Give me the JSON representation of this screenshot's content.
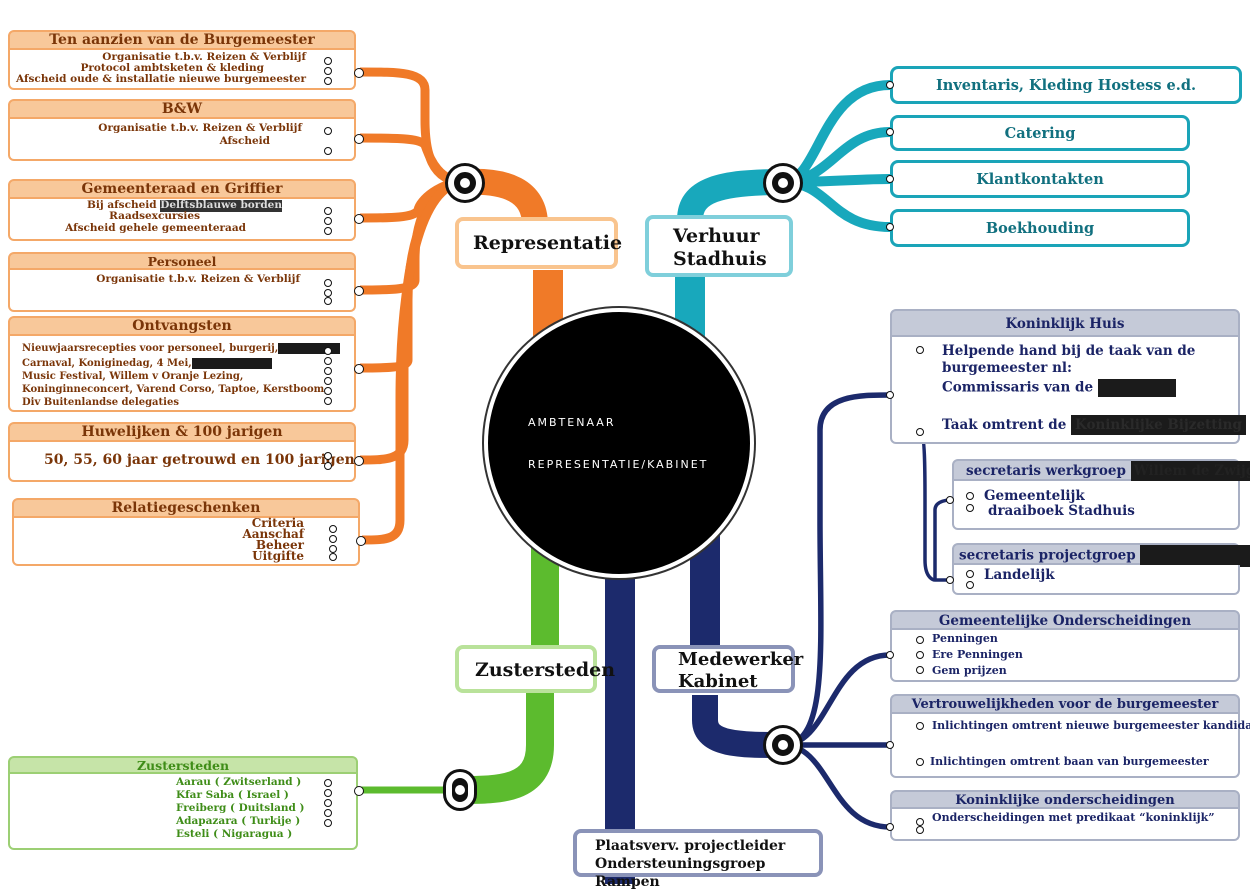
{
  "center": {
    "line1": "AMBTENAAR",
    "line2": "REPRESENTATIE/KABINET"
  },
  "branches": {
    "representatie": "Representatie",
    "verhuur": "Verhuur Stadhuis",
    "zustersteden": "Zustersteden",
    "medewerker": "Medewerker Kabinet",
    "plaatsverv_line1": "Plaatsverv. projectleider",
    "plaatsverv_line2": "Ondersteuningsgroep Rampen"
  },
  "representatie_topics": [
    {
      "title": "Ten aanzien van de Burgemeester",
      "items": [
        "Organisatie t.b.v. Reizen & Verblijf",
        "Protocol ambtsketen & kleding",
        "Afscheid oude & installatie nieuwe burgemeester"
      ]
    },
    {
      "title": "B&W",
      "items": [
        "Organisatie t.b.v. Reizen & Verblijf",
        "Afscheid"
      ]
    },
    {
      "title": "Gemeenteraad en Griffier",
      "items": [
        "Bij afscheid",
        "Delftsblauwe borden",
        "Raadsexcursies",
        "Afscheid gehele gemeenteraad"
      ]
    },
    {
      "title": "Personeel",
      "items": [
        "Organisatie t.b.v. Reizen & Verblijf"
      ]
    },
    {
      "title": "Ontvangsten",
      "items": [
        "Nieuwjaarsrecepties voor personeel, burgerij,",
        "Carnaval, Koniginedag, 4 Mei,",
        "Music Festival, Willem v Oranje Lezing,",
        "Koninginneconcert, Varend Corso, Taptoe, Kerstboom,",
        "Div Buitenlandse delegaties"
      ]
    },
    {
      "title": "Huwelijken & 100 jarigen",
      "items": [
        "50, 55, 60 jaar getrouwd en 100 jarigen"
      ]
    },
    {
      "title": "Relatiegeschenken",
      "items": [
        "Criteria",
        "Aanschaf",
        "Beheer",
        "Uitgifte"
      ]
    }
  ],
  "verhuur_items": [
    "Inventaris, Kleding Hostess e.d.",
    "Catering",
    "Klantkontakten",
    "Boekhouding"
  ],
  "zustersteden_box": {
    "title": "Zustersteden",
    "items": [
      "Aarau ( Zwitserland )",
      "Kfar Saba ( Israel )",
      "Freiberg ( Duitsland )",
      "Adapazara ( Turkije )",
      "Esteli ( Nigaragua )"
    ]
  },
  "koninklijk_huis": {
    "title": "Koninklijk Huis",
    "item1_line1": "Helpende hand bij de taak van de",
    "item1_line2": "burgemeester nl:",
    "item1_line3": "Commissaris van de",
    "item2": "Taak omtrent de",
    "item2_redacted": "Koninklijke Bijzetting",
    "werkgroep_title": "secretaris werkgroep",
    "werkgroep_redacted": "Willem de Zwijger",
    "werkgroep_line1": "Gemeentelijk",
    "werkgroep_line2": "draaiboek Stadhuis",
    "projectgroep_title": "secretaris projectgroep",
    "projectgroep_item": "Landelijk"
  },
  "gemeentelijke_onderscheidingen": {
    "title": "Gemeentelijke Onderscheidingen",
    "items": [
      "Penningen",
      "Ere Penningen",
      "Gem prijzen"
    ]
  },
  "vertrouwelijkheden": {
    "title": "Vertrouwelijkheden voor de burgemeester",
    "items": [
      "Inlichtingen omtrent nieuwe burgemeester kandidaten",
      "Inlichtingen omtrent baan van burgemeester"
    ]
  },
  "koninklijke_onderscheidingen": {
    "title": "Koninklijke onderscheidingen",
    "items": [
      "Onderscheidingen met predikaat “koninklijk”"
    ]
  },
  "colors": {
    "orange": "#f07a28",
    "teal": "#18a8bc",
    "green": "#5cbb2e",
    "navy": "#1c2a6c"
  }
}
